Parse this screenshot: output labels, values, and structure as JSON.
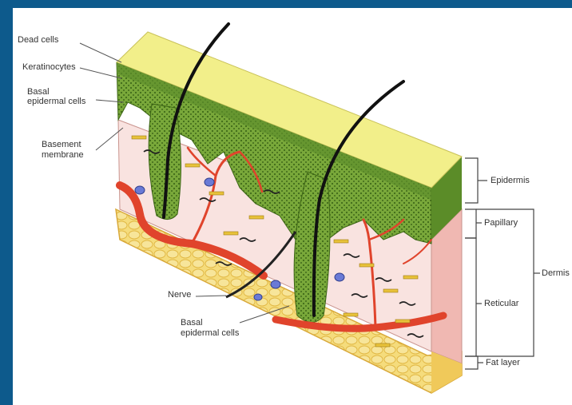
{
  "labels": {
    "dead_cells": "Dead cells",
    "keratinocytes": "Keratinocytes",
    "basal_epidermal_top_1": "Basal",
    "basal_epidermal_top_2": "epidermal cells",
    "basement_membrane_1": "Basement",
    "basement_membrane_2": "membrane",
    "nerve": "Nerve",
    "basal_epidermal_bottom_1": "Basal",
    "basal_epidermal_bottom_2": "epidermal cells",
    "epidermis": "Epidermis",
    "papillary": "Papillary",
    "reticular": "Reticular",
    "dermis": "Dermis",
    "fat_layer": "Fat layer"
  },
  "colors": {
    "frame_border": "#0d5a8c",
    "top_surface": "#f2ef8a",
    "epidermis_green": "#6e9a32",
    "dermis_pink": "#f7d3cf",
    "fat_yellow": "#f3d36a",
    "vessel_red": "#e0442c",
    "hair": "#111111"
  }
}
